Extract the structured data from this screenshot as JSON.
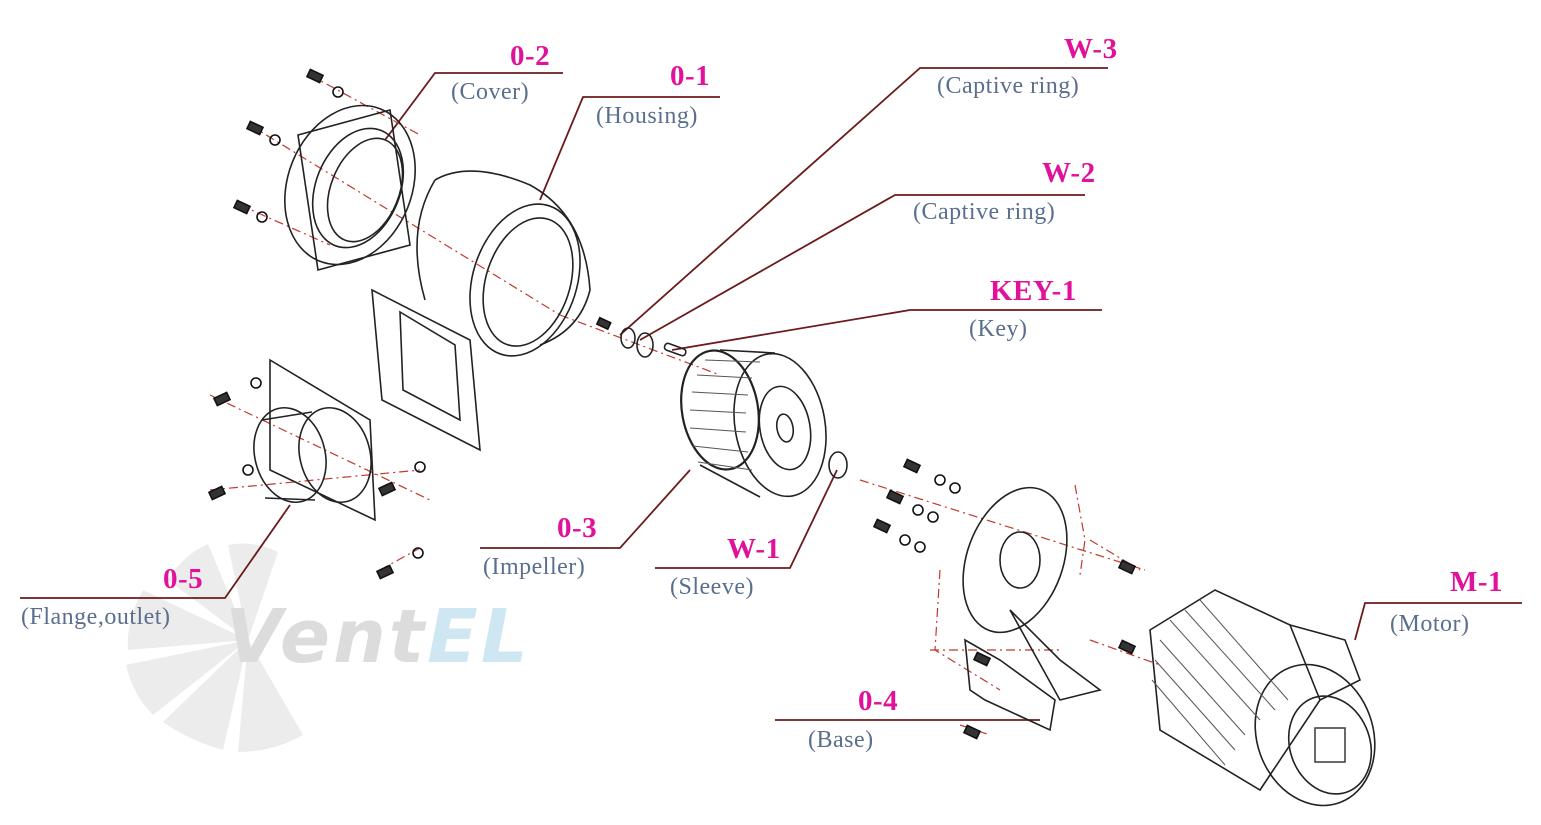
{
  "watermark": {
    "part1": "Vent",
    "part2": "EL"
  },
  "parts": [
    {
      "id": "cover",
      "code": "0-2",
      "name": "(Cover)"
    },
    {
      "id": "housing",
      "code": "0-1",
      "name": "(Housing)"
    },
    {
      "id": "captive-ring-3",
      "code": "W-3",
      "name": "(Captive ring)"
    },
    {
      "id": "captive-ring-2",
      "code": "W-2",
      "name": "(Captive ring)"
    },
    {
      "id": "key",
      "code": "KEY-1",
      "name": "(Key)"
    },
    {
      "id": "impeller",
      "code": "0-3",
      "name": "(Impeller)"
    },
    {
      "id": "sleeve",
      "code": "W-1",
      "name": "(Sleeve)"
    },
    {
      "id": "flange-outlet",
      "code": "0-5",
      "name": "(Flange,outlet)"
    },
    {
      "id": "motor",
      "code": "M-1",
      "name": "(Motor)"
    },
    {
      "id": "base",
      "code": "0-4",
      "name": "(Base)"
    }
  ]
}
